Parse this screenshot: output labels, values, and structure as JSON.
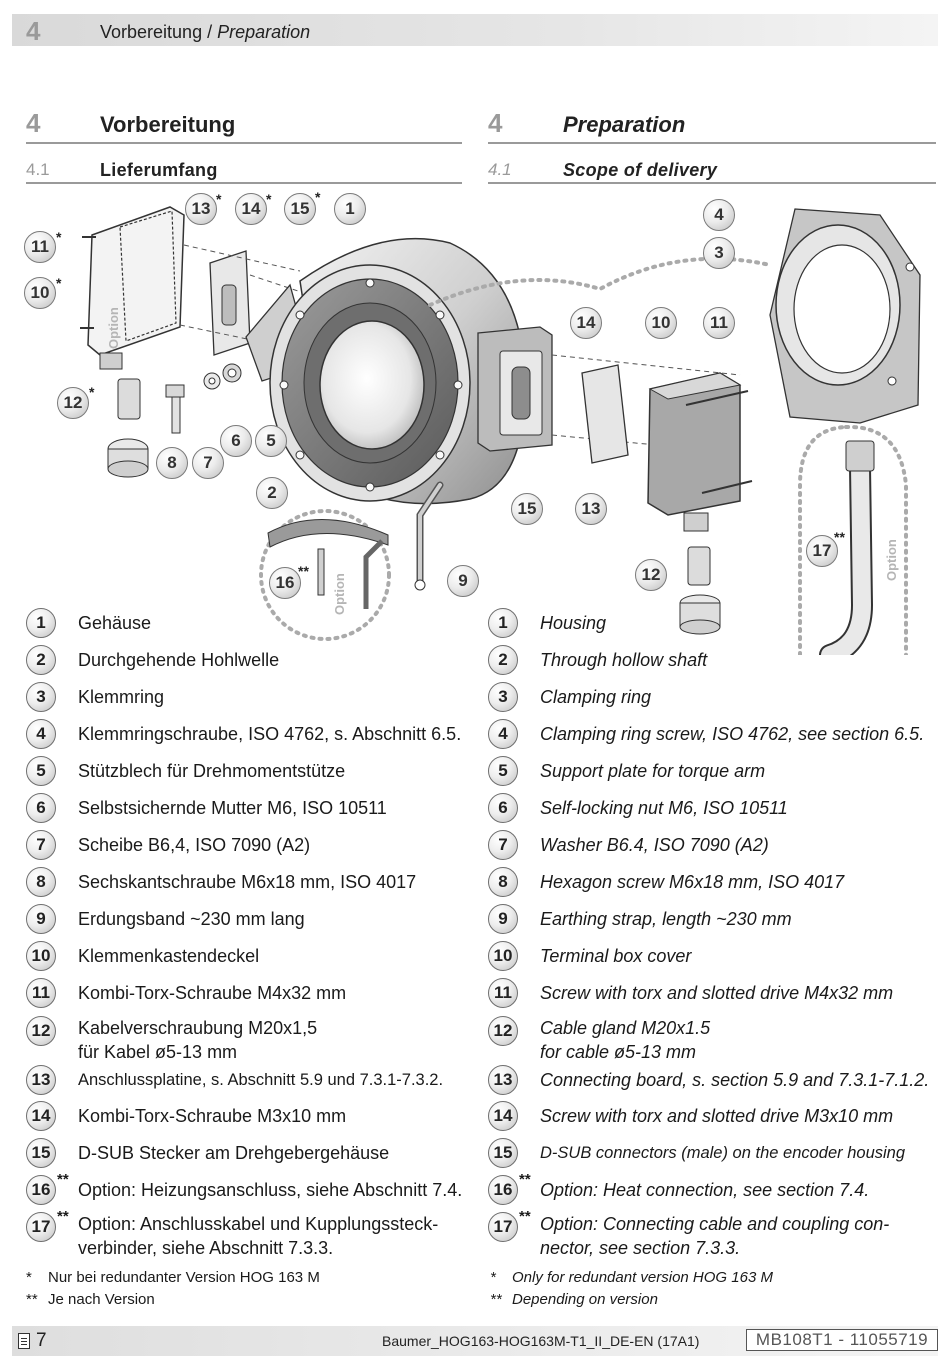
{
  "header": {
    "chapter": "4",
    "title_de": "Vorbereitung",
    "sep": "/",
    "title_en": "Preparation"
  },
  "sections": {
    "left": {
      "num": "4",
      "title": "Vorbereitung",
      "sub_num": "4.1",
      "sub_title": "Lieferumfang"
    },
    "right": {
      "num": "4",
      "title": "Preparation",
      "sub_num": "4.1",
      "sub_title": "Scope of delivery"
    }
  },
  "figure": {
    "option_label": "Option",
    "callouts": [
      "1",
      "2",
      "3",
      "4",
      "5",
      "6",
      "7",
      "8",
      "9",
      "10",
      "11",
      "12",
      "13",
      "14",
      "15",
      "16",
      "17"
    ],
    "stars": {
      "single": "*",
      "double": "**"
    }
  },
  "legend_de": [
    {
      "n": "1",
      "text": "Gehäuse"
    },
    {
      "n": "2",
      "text": "Durchgehende Hohlwelle"
    },
    {
      "n": "3",
      "text": "Klemmring"
    },
    {
      "n": "4",
      "text": "Klemmringschraube, ISO 4762, s. Abschnitt 6.5."
    },
    {
      "n": "5",
      "text": "Stützblech für Drehmomentstütze"
    },
    {
      "n": "6",
      "text": "Selbstsichernde Mutter M6, ISO 10511"
    },
    {
      "n": "7",
      "text": "Scheibe B6,4, ISO 7090 (A2)"
    },
    {
      "n": "8",
      "text": "Sechskantschraube M6x18 mm, ISO 4017"
    },
    {
      "n": "9",
      "text": "Erdungsband ~230 mm lang"
    },
    {
      "n": "10",
      "text": "Klemmenkastendeckel"
    },
    {
      "n": "11",
      "text": "Kombi-Torx-Schraube M4x32 mm"
    },
    {
      "n": "12",
      "text": "Kabelverschraubung M20x1,5",
      "text2": "für Kabel ø5-13 mm"
    },
    {
      "n": "13",
      "text": "Anschlussplatine, s. Abschnitt 5.9 und 7.3.1-7.3.2."
    },
    {
      "n": "14",
      "text": "Kombi-Torx-Schraube M3x10 mm"
    },
    {
      "n": "15",
      "text": "D-SUB Stecker am Drehgebergehäuse"
    },
    {
      "n": "16",
      "star": "**",
      "text": "Option: Heizungsanschluss, siehe Abschnitt 7.4."
    },
    {
      "n": "17",
      "star": "**",
      "text": "Option: Anschlusskabel und Kupplungssteck-",
      "text2": "verbinder, siehe Abschnitt 7.3.3."
    }
  ],
  "legend_en": [
    {
      "n": "1",
      "text": "Housing"
    },
    {
      "n": "2",
      "text": "Through hollow shaft"
    },
    {
      "n": "3",
      "text": "Clamping ring"
    },
    {
      "n": "4",
      "text": "Clamping ring screw, ISO 4762, see section 6.5."
    },
    {
      "n": "5",
      "text": "Support plate for torque arm"
    },
    {
      "n": "6",
      "text": "Self-locking nut M6, ISO 10511"
    },
    {
      "n": "7",
      "text": "Washer B6.4, ISO 7090 (A2)"
    },
    {
      "n": "8",
      "text": "Hexagon screw M6x18 mm, ISO 4017"
    },
    {
      "n": "9",
      "text": "Earthing strap, length ~230 mm"
    },
    {
      "n": "10",
      "text": "Terminal box cover"
    },
    {
      "n": "11",
      "text": "Screw with torx and slotted drive M4x32 mm"
    },
    {
      "n": "12",
      "text": "Cable gland M20x1.5",
      "text2": "for cable ø5-13 mm"
    },
    {
      "n": "13",
      "text": "Connecting board, s. section 5.9 and 7.3.1-7.1.2."
    },
    {
      "n": "14",
      "text": "Screw with torx and slotted drive M3x10 mm"
    },
    {
      "n": "15",
      "text": "D-SUB connectors (male) on the encoder housing"
    },
    {
      "n": "16",
      "star": "**",
      "text": "Option: Heat connection, see section 7.4."
    },
    {
      "n": "17",
      "star": "**",
      "text": "Option: Connecting cable and coupling con-",
      "text2": "nector, see section 7.3.3."
    }
  ],
  "footnotes_de": [
    {
      "mark": "*",
      "text": "Nur bei redundanter Version HOG 163 M"
    },
    {
      "mark": "**",
      "text": "Je nach Version"
    }
  ],
  "footnotes_en": [
    {
      "mark": "*",
      "text": "Only for redundant version HOG 163 M"
    },
    {
      "mark": "**",
      "text": "Depending on version"
    }
  ],
  "footer": {
    "page": "7",
    "doc_name": "Baumer_HOG163-HOG163M-T1_II_DE-EN  (17A1)",
    "doc_id": "MB108T1 - 11055719"
  }
}
